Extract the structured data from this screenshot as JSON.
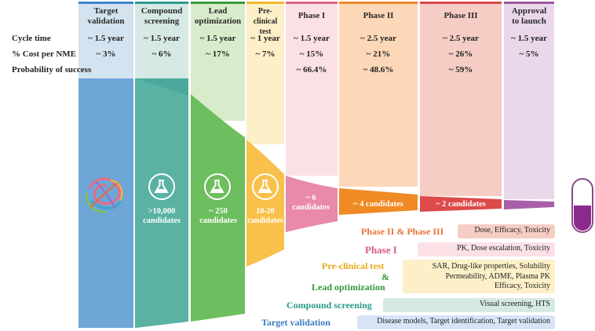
{
  "row_labels": {
    "cycle_time": "Cycle time",
    "cost": "% Cost per NME",
    "probability": "Probability of success"
  },
  "stages": [
    {
      "name_line1": "Target",
      "name_line2": "validation",
      "cycle_time": "~ 1.5 year",
      "cost": "~ 3%",
      "probability": "",
      "color": "#3a86c8"
    },
    {
      "name_line1": "Compound",
      "name_line2": "screening",
      "cycle_time": "~ 1.5 year",
      "cost": "~ 6%",
      "probability": "",
      "color": "#2e9a8c"
    },
    {
      "name_line1": "Lead",
      "name_line2": "optimization",
      "cycle_time": "~ 1.5 year",
      "cost": "~ 17%",
      "probability": "",
      "color": "#3a9a3c"
    },
    {
      "name_line1": "Pre-clinical",
      "name_line2": "test",
      "cycle_time": "~ 1 year",
      "cost": "~ 7%",
      "probability": "",
      "color": "#f5b82e"
    },
    {
      "name_line1": "Phase I",
      "name_line2": "",
      "cycle_time": "~ 1.5 year",
      "cost": "~ 15%",
      "probability": "~ 66.4%",
      "color": "#e0608a"
    },
    {
      "name_line1": "Phase II",
      "name_line2": "",
      "cycle_time": "~ 2.5 year",
      "cost": "~ 21%",
      "probability": "~ 48.6%",
      "color": "#ef8a2a"
    },
    {
      "name_line1": "Phase III",
      "name_line2": "",
      "cycle_time": "~ 2.5 year",
      "cost": "~ 26%",
      "probability": "~ 59%",
      "color": "#d94848"
    },
    {
      "name_line1": "Approval",
      "name_line2": "to launch",
      "cycle_time": "~ 1.5 year",
      "cost": "~ 5%",
      "probability": "",
      "color": "#9b5a9b"
    }
  ],
  "candidates": {
    "compound": ">10,000 candidates",
    "lead": "~ 250 candidates",
    "preclinical": "10-20 candidates",
    "phase1": "~ 6 candidates",
    "phase2": "~ 4 candidates",
    "phase3": "~ 2 candidates"
  },
  "legend": [
    {
      "heading": "Phase II & Phase III",
      "detail": "Dose, Efficacy, Toxicity",
      "color": "#e8733a"
    },
    {
      "heading": "Phase I",
      "detail": "PK, Dose escalation, Toxicity",
      "color": "#d85a8c"
    },
    {
      "heading": "Pre-clinical test",
      "heading2": "&",
      "heading3": "Lead optimization",
      "detail_lines": [
        "SAR, Drug-like properties, Solubility",
        "Permeability, ADME, Plasma PK",
        "Efficacy, Toxicity"
      ],
      "color": "#e8a91c",
      "color2": "#2f9a3a"
    },
    {
      "heading": "Compound screening",
      "detail": "Visual screening, HTS",
      "color": "#2a9a8a"
    },
    {
      "heading": "Target validation",
      "detail": "Disease models, Target identification, Target validation",
      "color": "#3a7cc0"
    }
  ]
}
